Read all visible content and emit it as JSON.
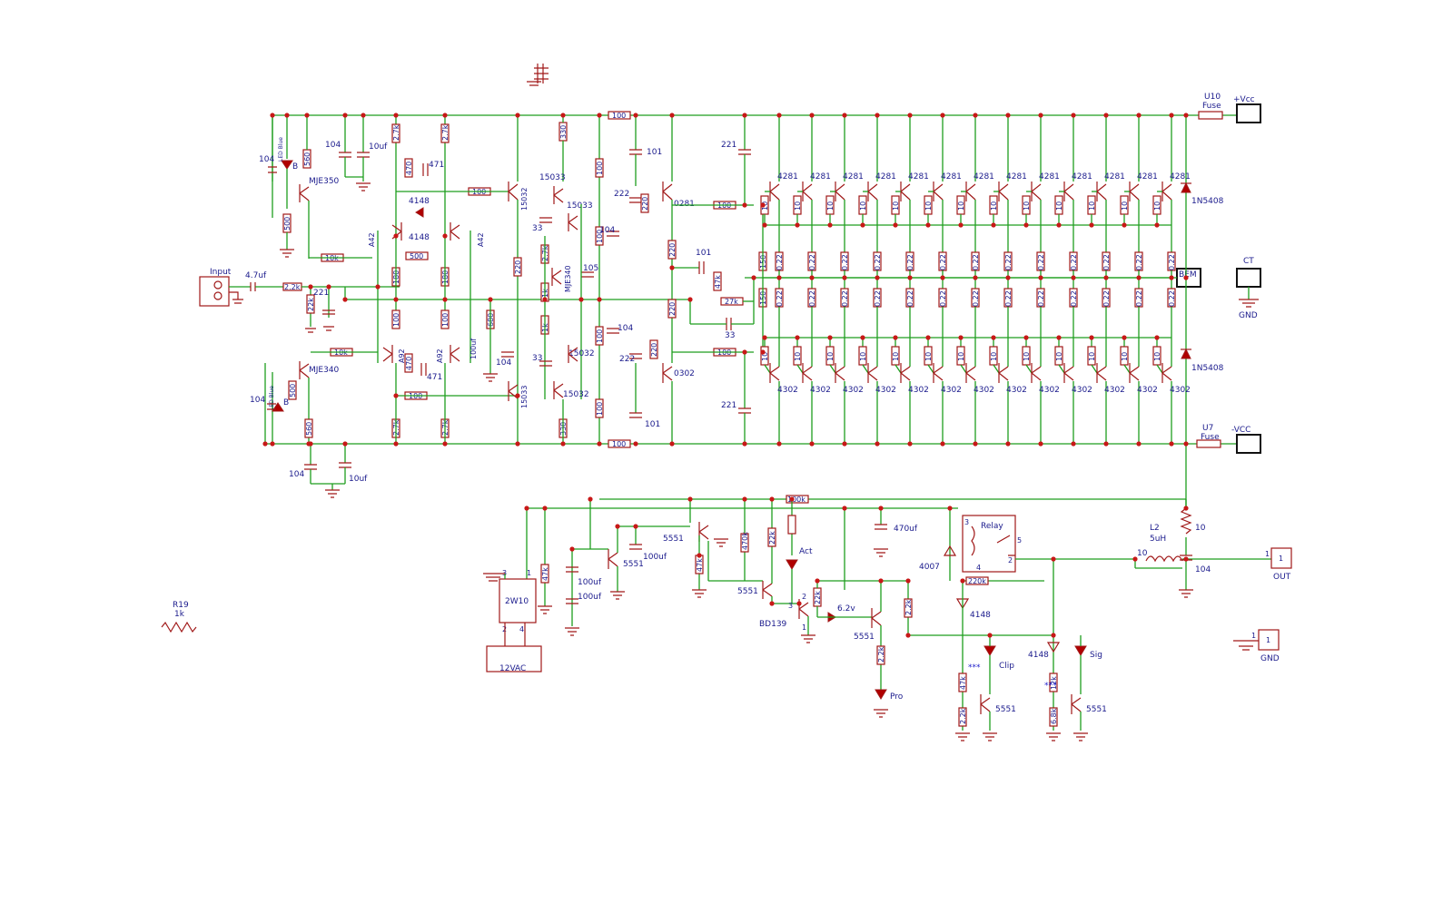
{
  "power_rails": {
    "pos": {
      "ref": "U10",
      "type": "Fuse",
      "net": "+Vcc"
    },
    "neg": {
      "ref": "U7",
      "type": "Fuse",
      "net": "-VCC"
    },
    "ct": "CT",
    "gnd": "GND",
    "bem": "BEM"
  },
  "input": {
    "label": "Input",
    "coupling_cap": "4.7uf",
    "series_r": "2.2k",
    "shunt_r": "22k",
    "shunt_c": "221"
  },
  "output": {
    "inductor_ref": "L2",
    "inductor_val": "5uH",
    "inductor_r": "10",
    "zobel_r": "10",
    "zobel_c": "104",
    "out_label": "OUT",
    "pin1": "1"
  },
  "gnd_connector": {
    "label": "GND",
    "pin": "1"
  },
  "stray": {
    "ref": "R19",
    "value": "1k"
  },
  "output_stage": {
    "npn_part": "4281",
    "pnp_part": "4302",
    "base_r": "10",
    "emitter_r": "0.22",
    "driver_npn": "0281",
    "driver_pnp": "0302",
    "pairs": 13
  },
  "diodes": {
    "pos": "1N5408",
    "neg": "1N5408"
  },
  "front_end": {
    "q_pos": "MJE350",
    "q_neg": "MJE340",
    "led_pos": "B",
    "led_neg": "B",
    "led_color": "LED Blue",
    "diff_top": "A42",
    "diff_top2": "A42",
    "diff_bot": "A92",
    "diff_bot2": "A92",
    "vas_pos": "15032",
    "vas_pos2": "15033",
    "vas_neg": "15033",
    "vas_neg2": "15032",
    "bias": "MJE340",
    "diode_a": "4148",
    "diode_b": "4148"
  },
  "labels": {
    "c104": "104",
    "c10uf": "10uf",
    "c100uf": "100uf",
    "c101": "101",
    "c221": "221",
    "c222": "222",
    "c33": "33",
    "c105": "105",
    "c471": "471",
    "r100": "100",
    "r10k": "10k",
    "r27k": "27k",
    "r220": "220",
    "r150": "150",
    "r560": "560",
    "r680": "680",
    "r330": "330",
    "r2_7k": "2.7k",
    "r500": "500",
    "r1k": "1k",
    "r4_7k": "4.7k",
    "r470": "470",
    "r180": "180",
    "r100b": "100"
  },
  "protection": {
    "bridge": "2W10",
    "transformer": "12VAC",
    "relay": "Relay",
    "relay_diode": "4007",
    "cap470": "470uf",
    "r100k": "100k",
    "r220k": "220k",
    "r47k": "47k",
    "r22k": "22k",
    "r2_2k": "2.2k",
    "r12k": "12k",
    "r6_8k": "6.8k",
    "r470k": "470k",
    "q5551": "5551",
    "qbd139": "BD139",
    "zener": "6.2v",
    "led_act": "Act",
    "led_pro": "Pro",
    "led_clip": "Clip",
    "led_sig": "Sig",
    "d4148": "4148",
    "stars": "***",
    "pins": {
      "p1": "1",
      "p2": "2",
      "p3": "3",
      "p4": "4",
      "p5": "5"
    }
  }
}
